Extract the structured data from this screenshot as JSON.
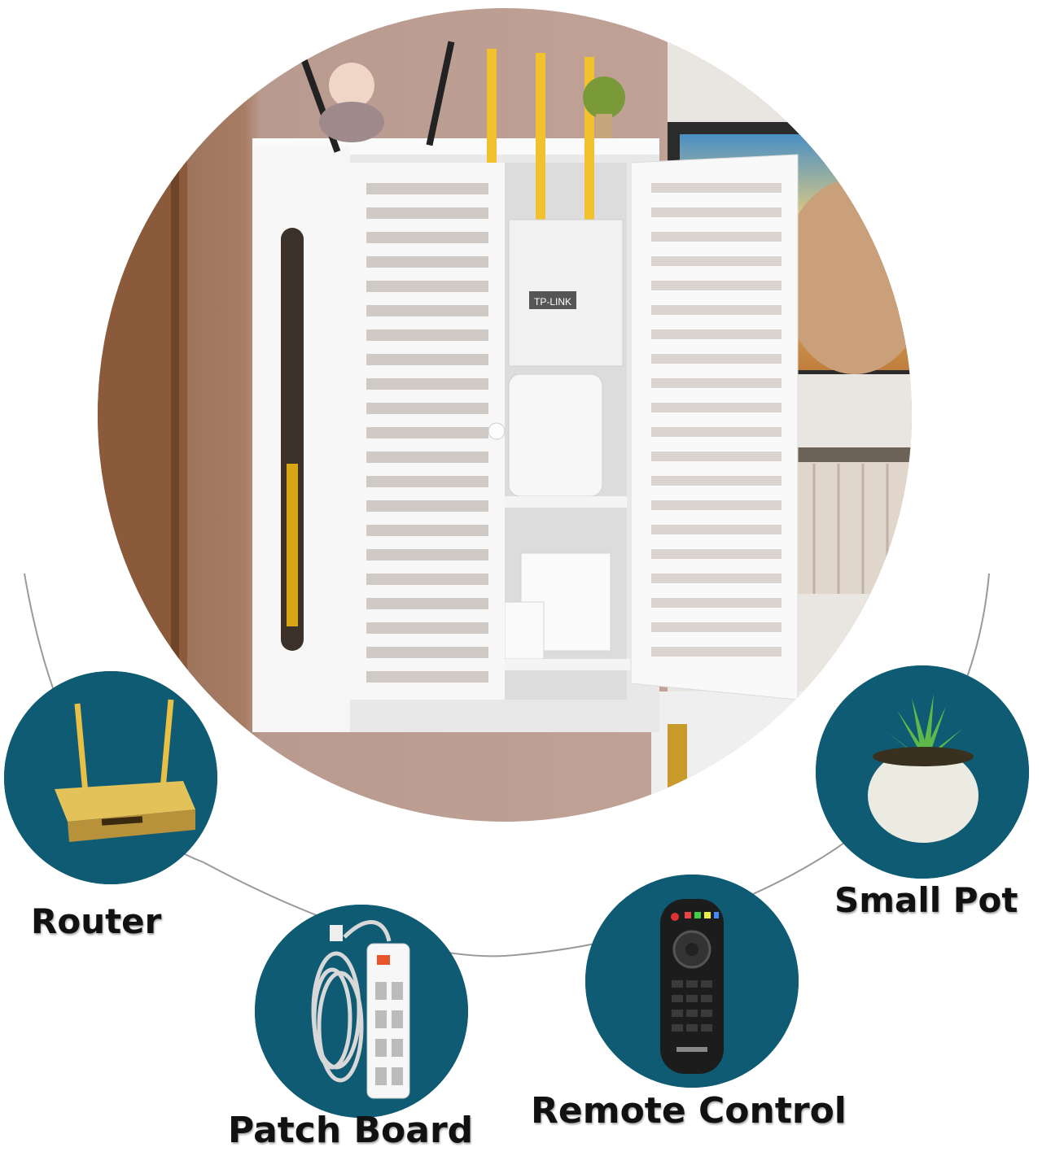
{
  "cabinet_photo": {
    "router_brand": "TP-LINK"
  },
  "accessories": [
    {
      "id": "router",
      "label": "Router"
    },
    {
      "id": "patch-board",
      "label": "Patch Board"
    },
    {
      "id": "remote-control",
      "label": "Remote Control"
    },
    {
      "id": "small-pot",
      "label": "Small Pot"
    }
  ],
  "colors": {
    "badge_bg": "#0f5b74",
    "wall": "#b79488",
    "cabinet": "#f4f4f4",
    "antenna": "#f2c12e",
    "arc_line": "#9a9a9a"
  }
}
